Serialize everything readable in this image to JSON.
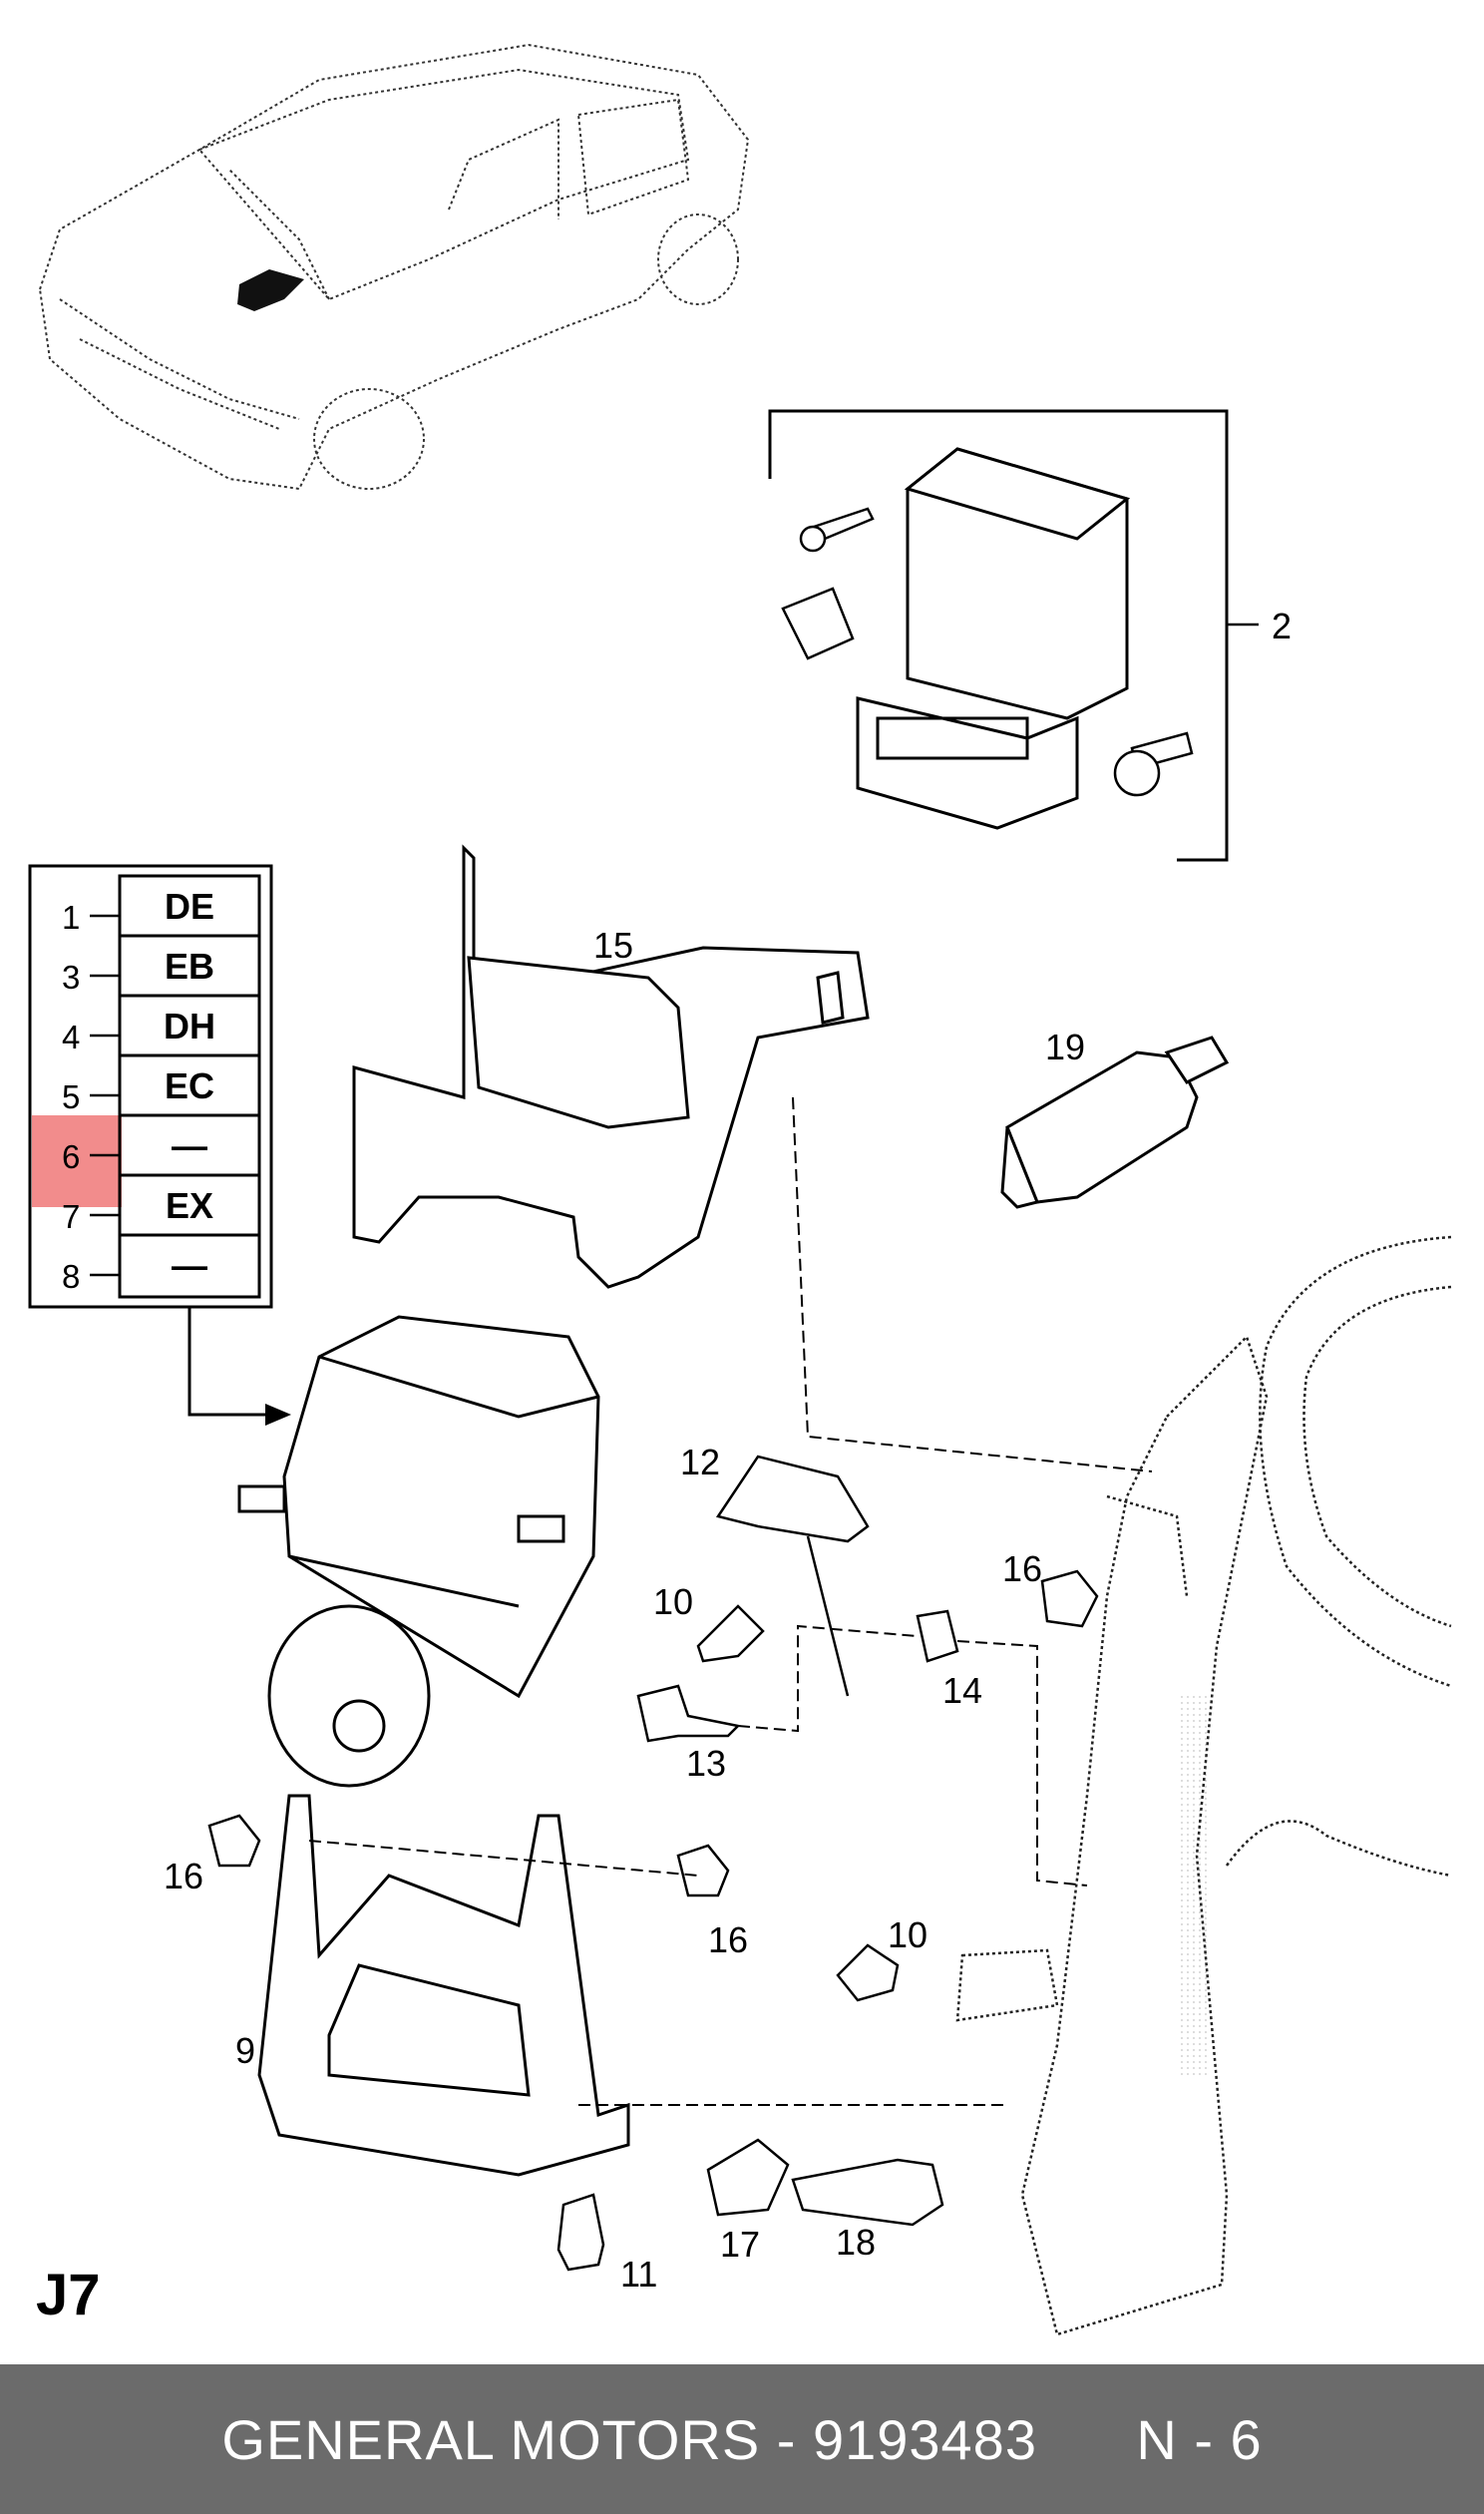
{
  "page_ref": "J7",
  "callouts": {
    "c2": "2",
    "c9": "9",
    "c10a": "10",
    "c10b": "10",
    "c11": "11",
    "c12": "12",
    "c13": "13",
    "c14": "14",
    "c15": "15",
    "c16a": "16",
    "c16b": "16",
    "c16c": "16",
    "c17": "17",
    "c18": "18",
    "c19": "19"
  },
  "variant_table": {
    "rows": [
      {
        "num": "1",
        "code": "DE"
      },
      {
        "num": "3",
        "code": "EB"
      },
      {
        "num": "4",
        "code": "DH"
      },
      {
        "num": "5",
        "code": "EC"
      },
      {
        "num": "6",
        "code": "—"
      },
      {
        "num": "7",
        "code": "EX"
      },
      {
        "num": "8",
        "code": "—"
      }
    ],
    "highlighted_row": "6",
    "highlight_color": "#f07878"
  },
  "footer": {
    "brand": "GENERAL MOTORS",
    "separator": " - ",
    "part_number": "9193483",
    "page": "N - 6",
    "background": "#6b6b6b"
  }
}
